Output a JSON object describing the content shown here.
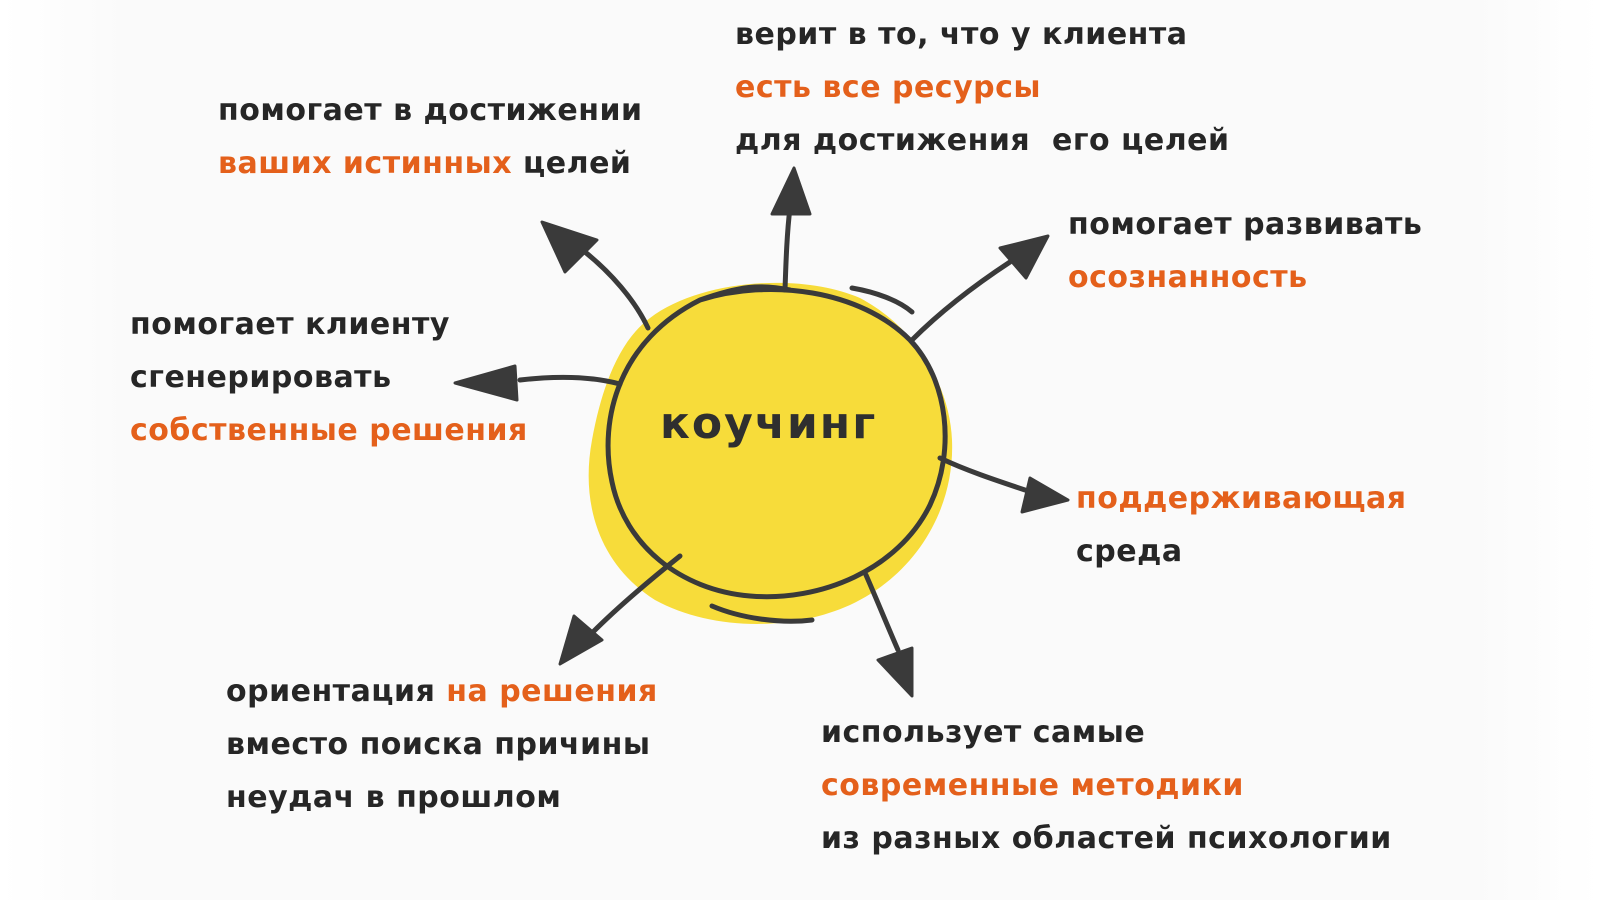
{
  "colors": {
    "accent_text": "#e4601b",
    "body_text": "#262626",
    "blob_fill": "#f7dc3a",
    "stroke": "#3a3a3a"
  },
  "center_label": "коучинг",
  "items": [
    {
      "id": "goals",
      "lines": [
        [
          {
            "text": "помогает в достижении",
            "highlight": false
          }
        ],
        [
          {
            "text": "ваших истинных",
            "highlight": true
          },
          {
            "text": " целей",
            "highlight": false
          }
        ]
      ]
    },
    {
      "id": "resources",
      "lines": [
        [
          {
            "text": "верит в то, что у клиента",
            "highlight": false
          }
        ],
        [
          {
            "text": "есть все ресурсы",
            "highlight": true
          }
        ],
        [
          {
            "text": "для достижения  его целей",
            "highlight": false
          }
        ]
      ]
    },
    {
      "id": "awareness",
      "lines": [
        [
          {
            "text": "помогает развивать",
            "highlight": false
          }
        ],
        [
          {
            "text": "осознанность",
            "highlight": true
          }
        ]
      ]
    },
    {
      "id": "own-solutions",
      "lines": [
        [
          {
            "text": "помогает клиенту",
            "highlight": false
          }
        ],
        [
          {
            "text": "сгенерировать",
            "highlight": false
          }
        ],
        [
          {
            "text": "собственные решения",
            "highlight": true
          }
        ]
      ]
    },
    {
      "id": "supportive",
      "lines": [
        [
          {
            "text": "поддерживающая",
            "highlight": true
          }
        ],
        [
          {
            "text": "среда",
            "highlight": false
          }
        ]
      ]
    },
    {
      "id": "solution-focus",
      "lines": [
        [
          {
            "text": "ориентация ",
            "highlight": false
          },
          {
            "text": "на решения",
            "highlight": true
          }
        ],
        [
          {
            "text": "вместо поиска причины",
            "highlight": false
          }
        ],
        [
          {
            "text": "неудач в прошлом",
            "highlight": false
          }
        ]
      ]
    },
    {
      "id": "methods",
      "lines": [
        [
          {
            "text": "использует самые",
            "highlight": false
          }
        ],
        [
          {
            "text": "современные методики",
            "highlight": true
          }
        ],
        [
          {
            "text": "из разных областей психологии",
            "highlight": false
          }
        ]
      ]
    }
  ]
}
